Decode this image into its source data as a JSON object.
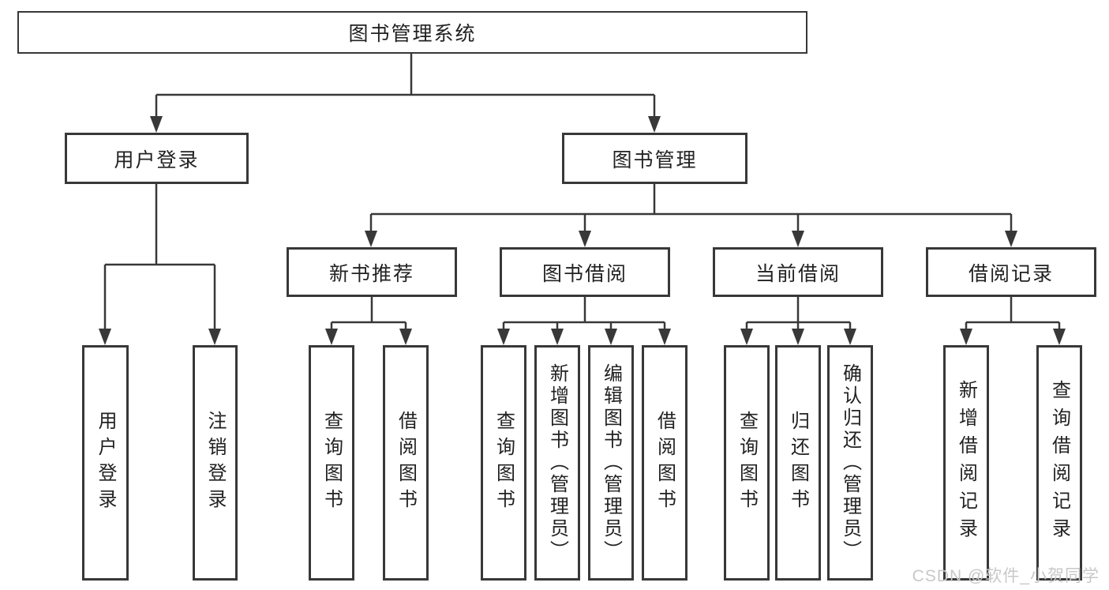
{
  "tree": {
    "root": {
      "label": "图书管理系统"
    },
    "branches": [
      {
        "label": "用户登录",
        "children": [
          {
            "label": "用户登录"
          },
          {
            "label": "注销登录"
          }
        ]
      },
      {
        "label": "图书管理",
        "groups": [
          {
            "label": "新书推荐",
            "children": [
              {
                "label": "查询图书"
              },
              {
                "label": "借阅图书"
              }
            ]
          },
          {
            "label": "图书借阅",
            "children": [
              {
                "label": "查询图书"
              },
              {
                "label": "新增图书（管理员）"
              },
              {
                "label": "编辑图书（管理员）"
              },
              {
                "label": "借阅图书"
              }
            ]
          },
          {
            "label": "当前借阅",
            "children": [
              {
                "label": "查询图书"
              },
              {
                "label": "归还图书"
              },
              {
                "label": "确认归还（管理员）"
              }
            ]
          },
          {
            "label": "借阅记录",
            "children": [
              {
                "label": "新增借阅记录"
              },
              {
                "label": "查询借阅记录"
              }
            ]
          }
        ]
      }
    ]
  },
  "watermark": {
    "text": "CSDN @软件_小贺同学"
  },
  "colors": {
    "line": "#383838",
    "text": "#222222",
    "watermark": "#c8c8c8",
    "background": "#ffffff"
  }
}
